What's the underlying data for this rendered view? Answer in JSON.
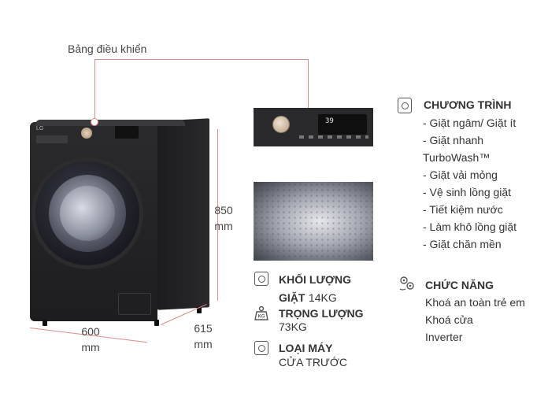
{
  "callout": {
    "label": "Bảng điều khiển"
  },
  "dimensions": {
    "width": [
      "600",
      "mm"
    ],
    "depth": [
      "615",
      "mm"
    ],
    "height": [
      "850",
      "mm"
    ]
  },
  "machine": {
    "brand": "LG"
  },
  "panel": {
    "display": "39"
  },
  "specs": {
    "weight": {
      "title_line1": "KHỐI LƯỢNG",
      "title_line2": "GIẶT",
      "value": "14KG"
    },
    "net_weight": {
      "title": "TRỌNG LƯỢNG",
      "value": "73KG",
      "icon_text": "KG"
    },
    "type": {
      "title": "LOẠI MÁY",
      "value": "CỬA TRƯỚC"
    }
  },
  "programs": {
    "title": "CHƯƠNG TRÌNH",
    "items": [
      "- Giặt ngâm/ Giặt ít",
      "- Giặt nhanh",
      "TurboWash™",
      "- Giặt vải mỏng",
      "- Vệ sinh lồng giặt",
      "- Tiết kiệm nước",
      "- Làm khô lồng giặt",
      "- Giặt chăn mền"
    ]
  },
  "functions": {
    "title": "CHỨC NĂNG",
    "items": [
      "Khoá an toàn trẻ em",
      "Khoá cửa",
      "Inverter"
    ]
  },
  "colors": {
    "accent_line": "#e08a8a",
    "machine": "#1d1d1f",
    "text": "#333333"
  }
}
